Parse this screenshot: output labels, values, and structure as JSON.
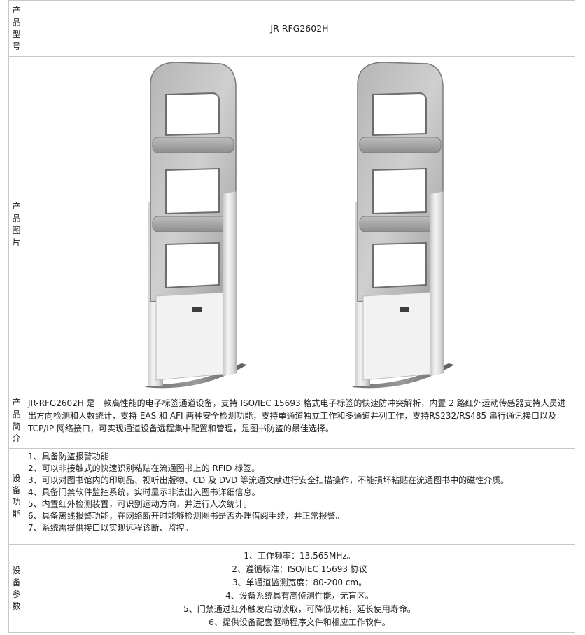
{
  "rows": {
    "model": {
      "label": [
        "产",
        "品",
        "型",
        "号"
      ],
      "value": "JR-RFG2602H"
    },
    "image": {
      "label": [
        "产",
        "品",
        "图",
        "片"
      ],
      "icon": "rfid-gate-pedestal-icon"
    },
    "intro": {
      "label": [
        "产",
        "品",
        "简",
        "介"
      ],
      "text": "JR-RFG2602H 是一款高性能的电子标签通道设备，支持 ISO/IEC 15693 格式电子标签的快速防冲突解析，内置 2 路红外运动传感器支持人员进出方向检测和人数统计，支持 EAS 和 AFI 两种安全检测功能，支持单通道独立工作和多通道并列工作，支持RS232/RS485 串行通讯接口以及 TCP/IP 网络接口，可实现通道设备远程集中配置和管理，是图书防盗的最佳选择。"
    },
    "functions": {
      "label": [
        "设",
        "备",
        "功",
        "能"
      ],
      "items": [
        "1、具备防盗报警功能",
        "2、可以非接触式的快速识别粘贴在流通图书上的 RFID 标签。",
        "3、可以对图书馆内的印刷品、视听出版物、CD 及 DVD 等流通文献进行安全扫描操作，不能损坏粘贴在流通图书中的磁性介质。",
        "4、具备门禁软件监控系统，实时显示非法出入图书详细信息。",
        "5、内置红外检测装置，可识别运动方向，并进行人次统计。",
        "6、具备离线报警功能，在网络断开时能够检测图书是否办理借阅手续，并正常报警。",
        "7、系统需提供接口以实现远程诊断、监控。"
      ]
    },
    "params": {
      "label": [
        "设",
        "备",
        "参",
        "数"
      ],
      "items": [
        "1、工作频率：13.565MHz。",
        "2、遵循标准：ISO/IEC 15693 协议",
        "3、单通道监测宽度：80-200 cm。",
        "4、设备系统具有高侦测性能，无盲区。",
        "5、门禁通过红外触发启动读取，可降低功耗，延长使用寿命。",
        "6、提供设备配套驱动程序文件和相应工作软件。"
      ]
    }
  }
}
